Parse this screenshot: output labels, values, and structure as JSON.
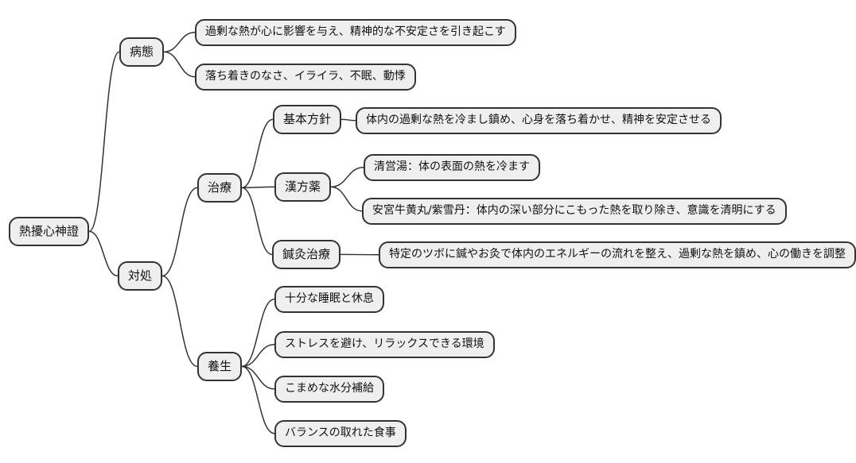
{
  "mindmap": {
    "type": "mindmap",
    "root": {
      "label": "熱擾心神證"
    },
    "branches": [
      {
        "label": "病態",
        "children": [
          {
            "label": "過剰な熱が心に影響を与え、精神的な不安定さを引き起こす"
          },
          {
            "label": "落ち着きのなさ、イライラ、不眠、動悸"
          }
        ]
      },
      {
        "label": "対処",
        "children": [
          {
            "label": "治療",
            "children": [
              {
                "label": "基本方針",
                "children": [
                  {
                    "label": "体内の過剰な熱を冷まし鎮め、心身を落ち着かせ、精神を安定させる"
                  }
                ]
              },
              {
                "label": "漢方薬",
                "children": [
                  {
                    "label": "清営湯：体の表面の熱を冷ます"
                  },
                  {
                    "label": "安宮牛黄丸/紫雪丹：体内の深い部分にこもった熱を取り除き、意識を清明にする"
                  }
                ]
              },
              {
                "label": "鍼灸治療",
                "children": [
                  {
                    "label": "特定のツボに鍼やお灸で体内のエネルギーの流れを整え、過剰な熱を鎮め、心の働きを調整"
                  }
                ]
              }
            ]
          },
          {
            "label": "養生",
            "children": [
              {
                "label": "十分な睡眠と休息"
              },
              {
                "label": "ストレスを避け、リラックスできる環境"
              },
              {
                "label": "こまめな水分補給"
              },
              {
                "label": "バランスの取れた食事"
              }
            ]
          }
        ]
      }
    ],
    "colors": {
      "background": "#ffffff",
      "node_fill": "#efefef",
      "node_border": "#333333",
      "edge": "#333333",
      "text": "#111111"
    }
  }
}
